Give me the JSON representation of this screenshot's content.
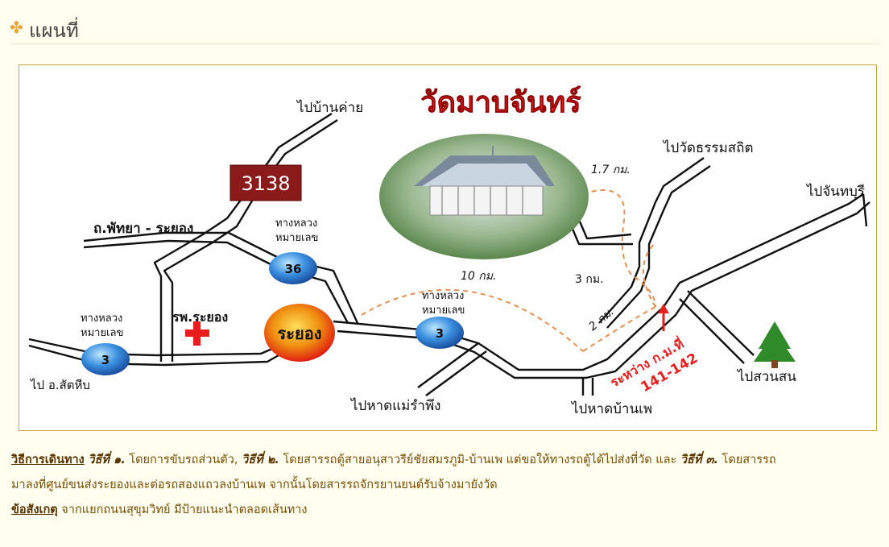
{
  "header": {
    "title": "แผนที่",
    "icon": "star-bullet-icon"
  },
  "map": {
    "temple_name": "วัดมาบจันทร์",
    "road_number_badge": "3138",
    "labels": {
      "to_ban_khai": "ไปบ้านค่าย",
      "pattaya_rayong_road": "ถ.พัทยา - ระยอง",
      "to_wat_thammasathit": "ไปวัดธรรมสถิต",
      "to_chanthaburi": "ไปจันทบุรี",
      "highway_36_label_1": "ทางหลวง",
      "highway_36_label_2": "หมายเลข",
      "highway_3a_label_1": "ทางหลวง",
      "highway_3a_label_2": "หมายเลข",
      "highway_3b_label_1": "ทางหลวง",
      "highway_3b_label_2": "หมายเลข",
      "hospital": "รพ.ระยอง",
      "to_sattahip": "ไป อ.สัตหีบ",
      "to_mae_ramphueng": "ไปหาดแม่รำพึง",
      "to_ban_phe_beach": "ไปหาดบ้านเพ",
      "to_suan_son": "ไปสวนสน",
      "km_marker_1": "ระหว่าง ก.ม.ที่",
      "km_marker_2": "141-142"
    },
    "city": "ระยอง",
    "shields": {
      "h36": "36",
      "h3_west": "3",
      "h3_east": "3"
    },
    "distances": {
      "d1": "1.7 กม.",
      "d2": "10 กม.",
      "d3": "3 กม.",
      "d4": "2 กม."
    },
    "colors": {
      "badge": "#8b1a1a",
      "temple_text": "#e81e1e",
      "shield": "#3a8fe0",
      "city": "#f0a010",
      "route": "#e89050"
    }
  },
  "directions": {
    "heading": "วิธีการเดินทาง",
    "way1_label": "วิธีที่ ๑.",
    "way1_text": " โดยการขับรถส่วนตัว, ",
    "way2_label": "วิธีที่ ๒.",
    "way2_text": " โดยสารรถตู้สายอนุสาวรีย์ชัยสมรภูมิ-บ้านเพ แต่ขอให้ทางรถตู้ได้ไปส่งที่วัด และ ",
    "way3_label": "วิธีที่ ๓.",
    "way3_text": " โดยสารรถ",
    "line2": "มาลงที่ศูนย์ขนส่งระยองและต่อรถสองแถวลงบ้านเพ จากนั้นโดยสารรถจักรยานยนต์รับจ้างมายังวัด",
    "note_label": "ข้อสังเกตุ",
    "note_text": " จากแยกถนนสุขุมวิทย์ มีป้ายแนะนำตลอดเส้นทาง"
  }
}
